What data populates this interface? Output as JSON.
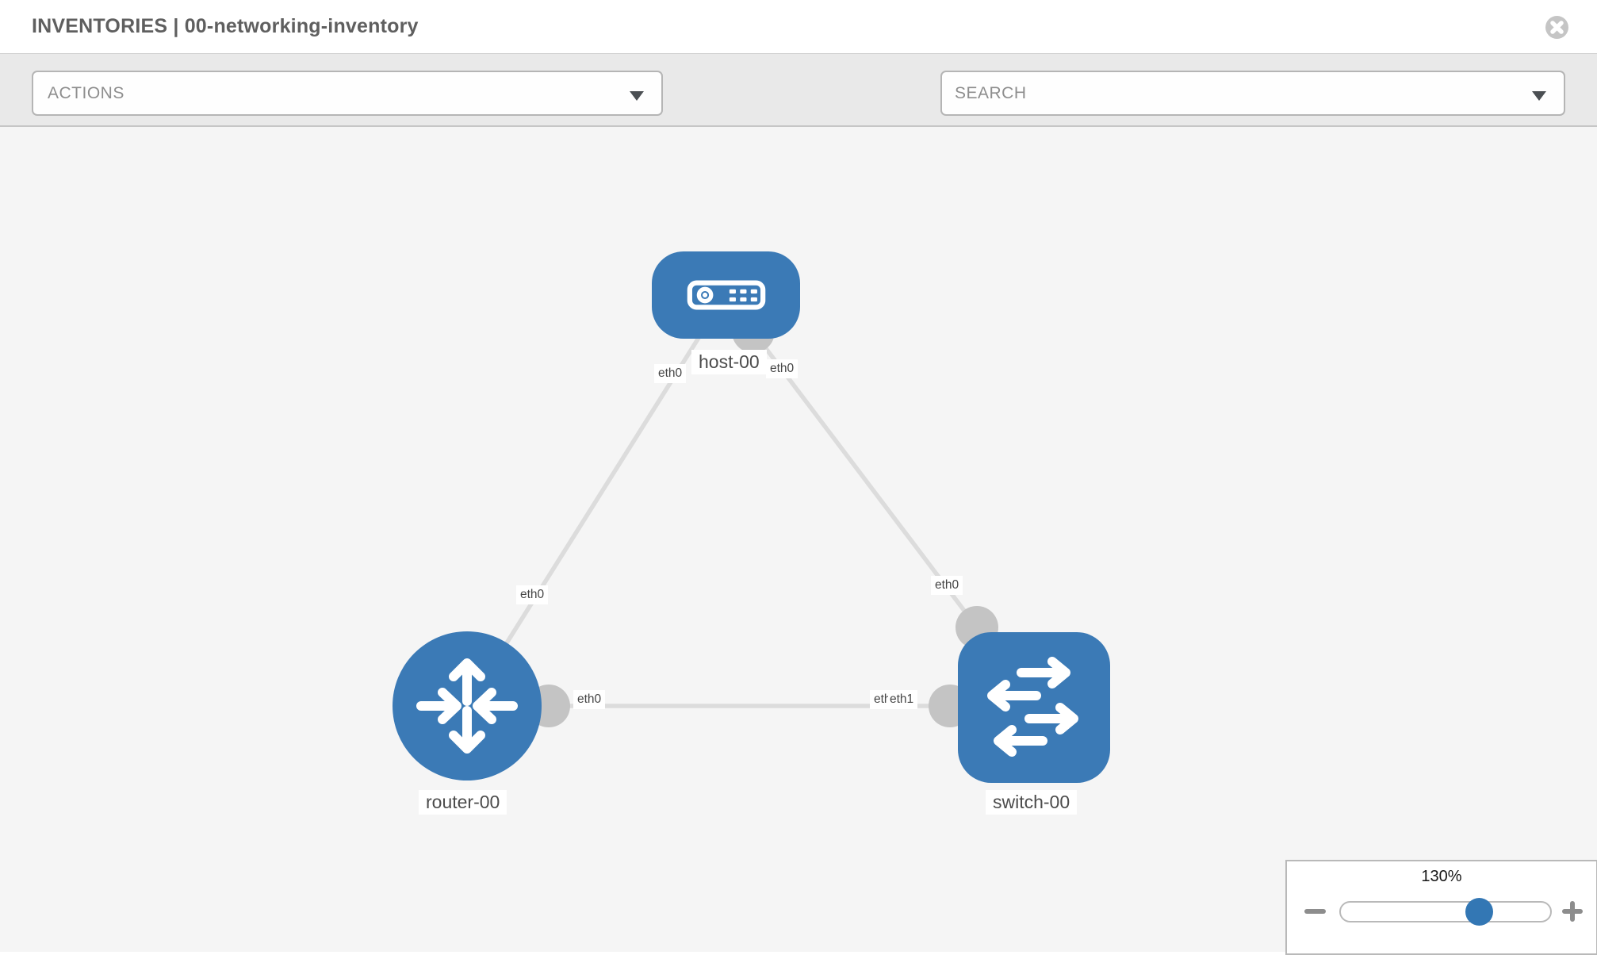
{
  "header": {
    "title": "INVENTORIES | 00-networking-inventory",
    "close_icon": "close-circle-icon"
  },
  "toolbar": {
    "actions_label": "ACTIONS",
    "search_placeholder": "SEARCH",
    "icons": [
      "wrench-icon",
      "key-icon"
    ]
  },
  "topology": {
    "nodes": [
      {
        "id": "host-00",
        "type": "host",
        "label": "host-00",
        "icon": "server-icon"
      },
      {
        "id": "router-00",
        "type": "router",
        "label": "router-00",
        "icon": "router-arrows-icon"
      },
      {
        "id": "switch-00",
        "type": "switch",
        "label": "switch-00",
        "icon": "switch-arrows-icon"
      }
    ],
    "links": [
      {
        "from": "host-00",
        "to": "router-00",
        "from_label": "eth0",
        "to_label": "eth0"
      },
      {
        "from": "host-00",
        "to": "switch-00",
        "from_label": "eth0",
        "to_label": "eth0"
      },
      {
        "from": "router-00",
        "to": "switch-00",
        "from_label": "eth0",
        "to_labels": [
          "eth0",
          "eth1"
        ]
      }
    ]
  },
  "zoom_control": {
    "value": "130%",
    "decrease_icon": "minus-icon",
    "increase_icon": "plus-icon",
    "slider_position": 0.645
  },
  "colors": {
    "node_blue": "#3b7ab6",
    "link_gray": "#dcdcdc",
    "connector_gray": "#c4c4c4",
    "toolbar_bg": "#e9e9e9",
    "canvas_bg": "#f5f5f5",
    "thumb_blue": "#3377b4"
  }
}
